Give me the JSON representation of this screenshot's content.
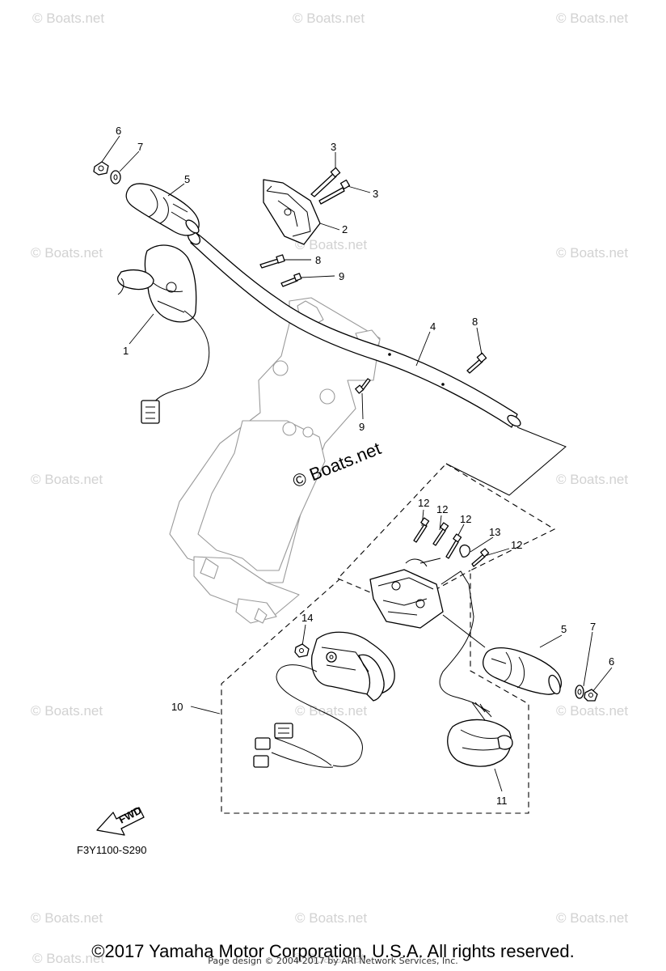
{
  "diagram": {
    "watermarks": [
      "© Boats.net",
      "© Boats.net",
      "© Boats.net",
      "© Boats.net",
      "© Boats.net",
      "© Boats.net",
      "© Boats.net",
      "© Boats.net",
      "© Boats.net",
      "© Boats.net",
      "© Boats.net",
      "© Boats.net",
      "© Boats.net",
      "© Boats.net",
      "© Boats.net",
      "© Boats.net"
    ],
    "center_watermark": "© Boats.net",
    "callouts": [
      "6",
      "7",
      "5",
      "3",
      "3",
      "2",
      "8",
      "9",
      "1",
      "4",
      "8",
      "9",
      "12",
      "12",
      "12",
      "13",
      "12",
      "14",
      "5",
      "7",
      "6",
      "10",
      "11"
    ],
    "fwd_label": "FWD",
    "reference_code": "F3Y1100-S290"
  },
  "footer": {
    "copyright": "©2017 Yamaha Motor Corporation, U.S.A. All rights reserved.",
    "page_design": "Page design © 2004-2017 by ARI Network Services, Inc."
  }
}
